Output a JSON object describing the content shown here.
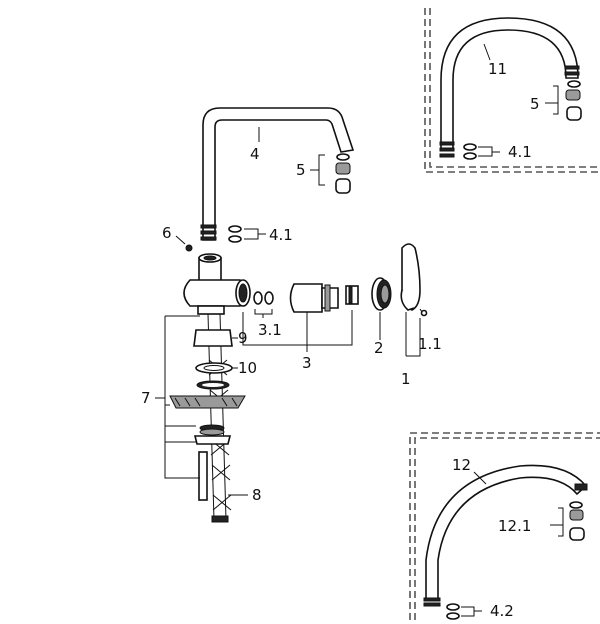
{
  "labels": {
    "l1": "1",
    "l1_1": "1.1",
    "l2": "2",
    "l3": "3",
    "l3_1": "3.1",
    "l4": "4",
    "l4_1a": "4.1",
    "l4_1b": "4.1",
    "l4_2": "4.2",
    "l5a": "5",
    "l5b": "5",
    "l6": "6",
    "l7": "7",
    "l8": "8",
    "l9": "9",
    "l10": "10",
    "l11": "11",
    "l12": "12",
    "l12_1": "12.1"
  }
}
